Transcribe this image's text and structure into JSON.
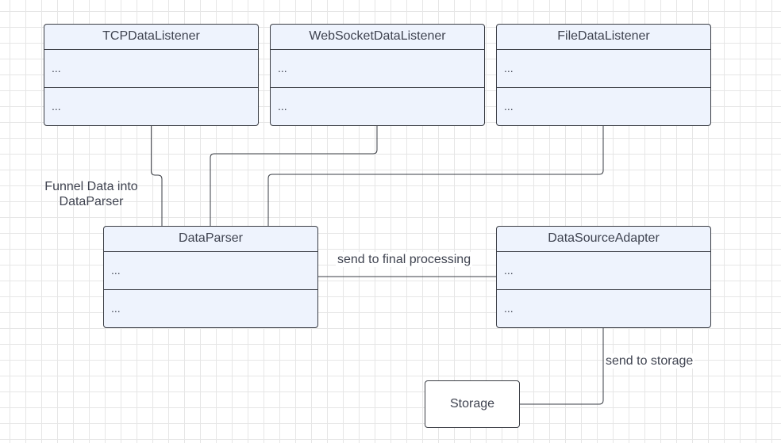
{
  "classes": {
    "tcp": {
      "name": "TCPDataListener",
      "attributes": "...",
      "methods": "..."
    },
    "websocket": {
      "name": "WebSocketDataListener",
      "attributes": "...",
      "methods": "..."
    },
    "file": {
      "name": "FileDataListener",
      "attributes": "...",
      "methods": "..."
    },
    "parser": {
      "name": "DataParser",
      "attributes": "...",
      "methods": "..."
    },
    "adapter": {
      "name": "DataSourceAdapter",
      "attributes": "...",
      "methods": "..."
    }
  },
  "storage": {
    "label": "Storage"
  },
  "edges": {
    "funnel": "Funnel Data into DataParser",
    "final": "send to final processing",
    "storage": "send to storage"
  }
}
